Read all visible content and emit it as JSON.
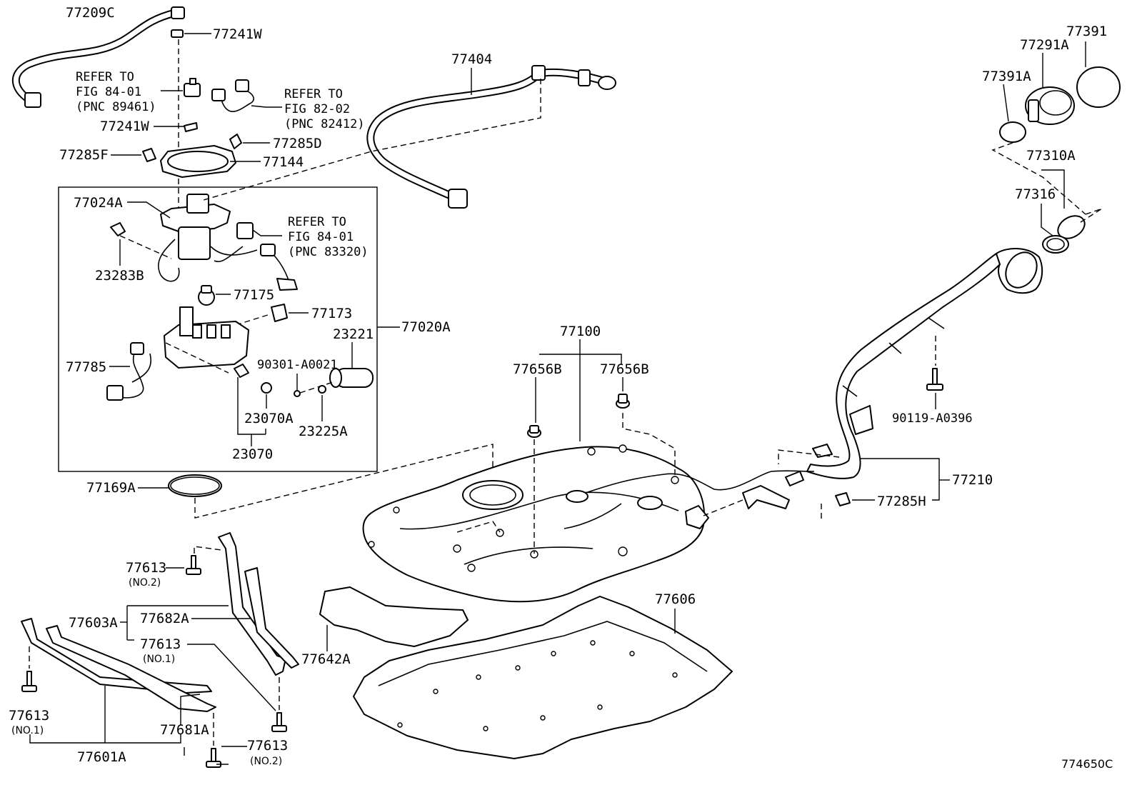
{
  "figure_id": "774650C",
  "refs": {
    "r1": [
      "REFER TO",
      "FIG 84-01",
      "(PNC 89461)"
    ],
    "r2": [
      "REFER TO",
      "FIG 82-02",
      "(PNC 82412)"
    ],
    "r3": [
      "REFER TO",
      "FIG 84-01",
      "(PNC 83320)"
    ]
  },
  "parts": {
    "p77209C": "77209C",
    "p77241W_a": "77241W",
    "p77241W_b": "77241W",
    "p77285D": "77285D",
    "p77285F": "77285F",
    "p77144": "77144",
    "p77024A": "77024A",
    "p23283B": "23283B",
    "p77175": "77175",
    "p77173": "77173",
    "p77020A": "77020A",
    "p23221": "23221",
    "p77785": "77785",
    "p90301": "90301-A0021",
    "p23070A": "23070A",
    "p23225A": "23225A",
    "p23070": "23070",
    "p77169A": "77169A",
    "p77404": "77404",
    "p77100": "77100",
    "p77656B_a": "77656B",
    "p77656B_b": "77656B",
    "p77391": "77391",
    "p77291A": "77291A",
    "p77391A": "77391A",
    "p77310A": "77310A",
    "p77316": "77316",
    "p90119": "90119-A0396",
    "p77210": "77210",
    "p77285H": "77285H",
    "p77613_a": "77613",
    "p77613_b": "77613",
    "p77613_c": "77613",
    "p77613_d": "77613",
    "p77603A": "77603A",
    "p77682A": "77682A",
    "p77642A": "77642A",
    "p77606": "77606",
    "p77681A": "77681A",
    "p77601A": "77601A"
  },
  "subs": {
    "no2_a": "(NO.2)",
    "no1_a": "(NO.1)",
    "no1_b": "(NO.1)",
    "no2_b": "(NO.2)"
  }
}
